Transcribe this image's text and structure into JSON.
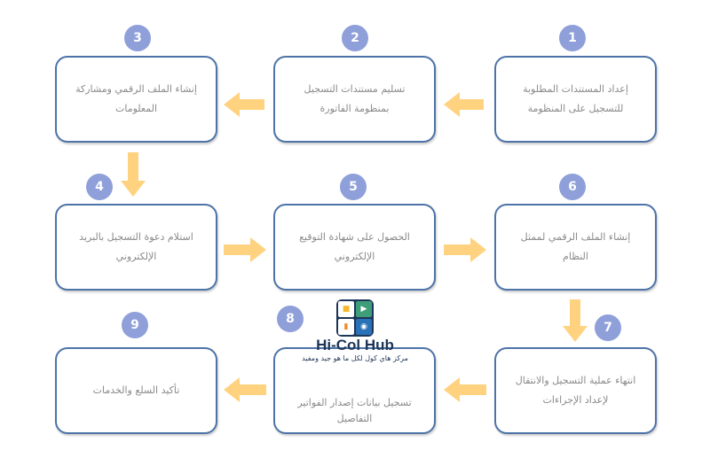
{
  "steps": [
    {
      "num": "1",
      "text": "إعداد المستندات المطلوبة للتسجيل على المنظومة"
    },
    {
      "num": "2",
      "text": "تسليم مستندات التسجيل بمنظومة الفاتورة"
    },
    {
      "num": "3",
      "text": "إنشاء الملف الرقمي ومشاركة المعلومات"
    },
    {
      "num": "4",
      "text": "استلام دعوة التسجيل بالبريد الإلكتروني"
    },
    {
      "num": "5",
      "text": "الحصول على شهادة التوقيع الإلكتروني"
    },
    {
      "num": "6",
      "text": "إنشاء الملف الرقمي لممثل النظام"
    },
    {
      "num": "7",
      "text": "انتهاء عملية التسجيل والانتقال لإعداد الإجراءات"
    },
    {
      "num": "8",
      "text": "تسجيل بيانات إصدار الفواتير التفاصيل"
    },
    {
      "num": "9",
      "text": "تأكيد السلع والخدمات"
    }
  ],
  "logo": {
    "title": "Hi-Col Hub",
    "subtitle": "مركز هاي كول لكل ما هو جيد ومفيد"
  },
  "colors": {
    "box_border": "#4d73a8",
    "circle": "#8e9fda",
    "arrow": "#ffd27f"
  }
}
